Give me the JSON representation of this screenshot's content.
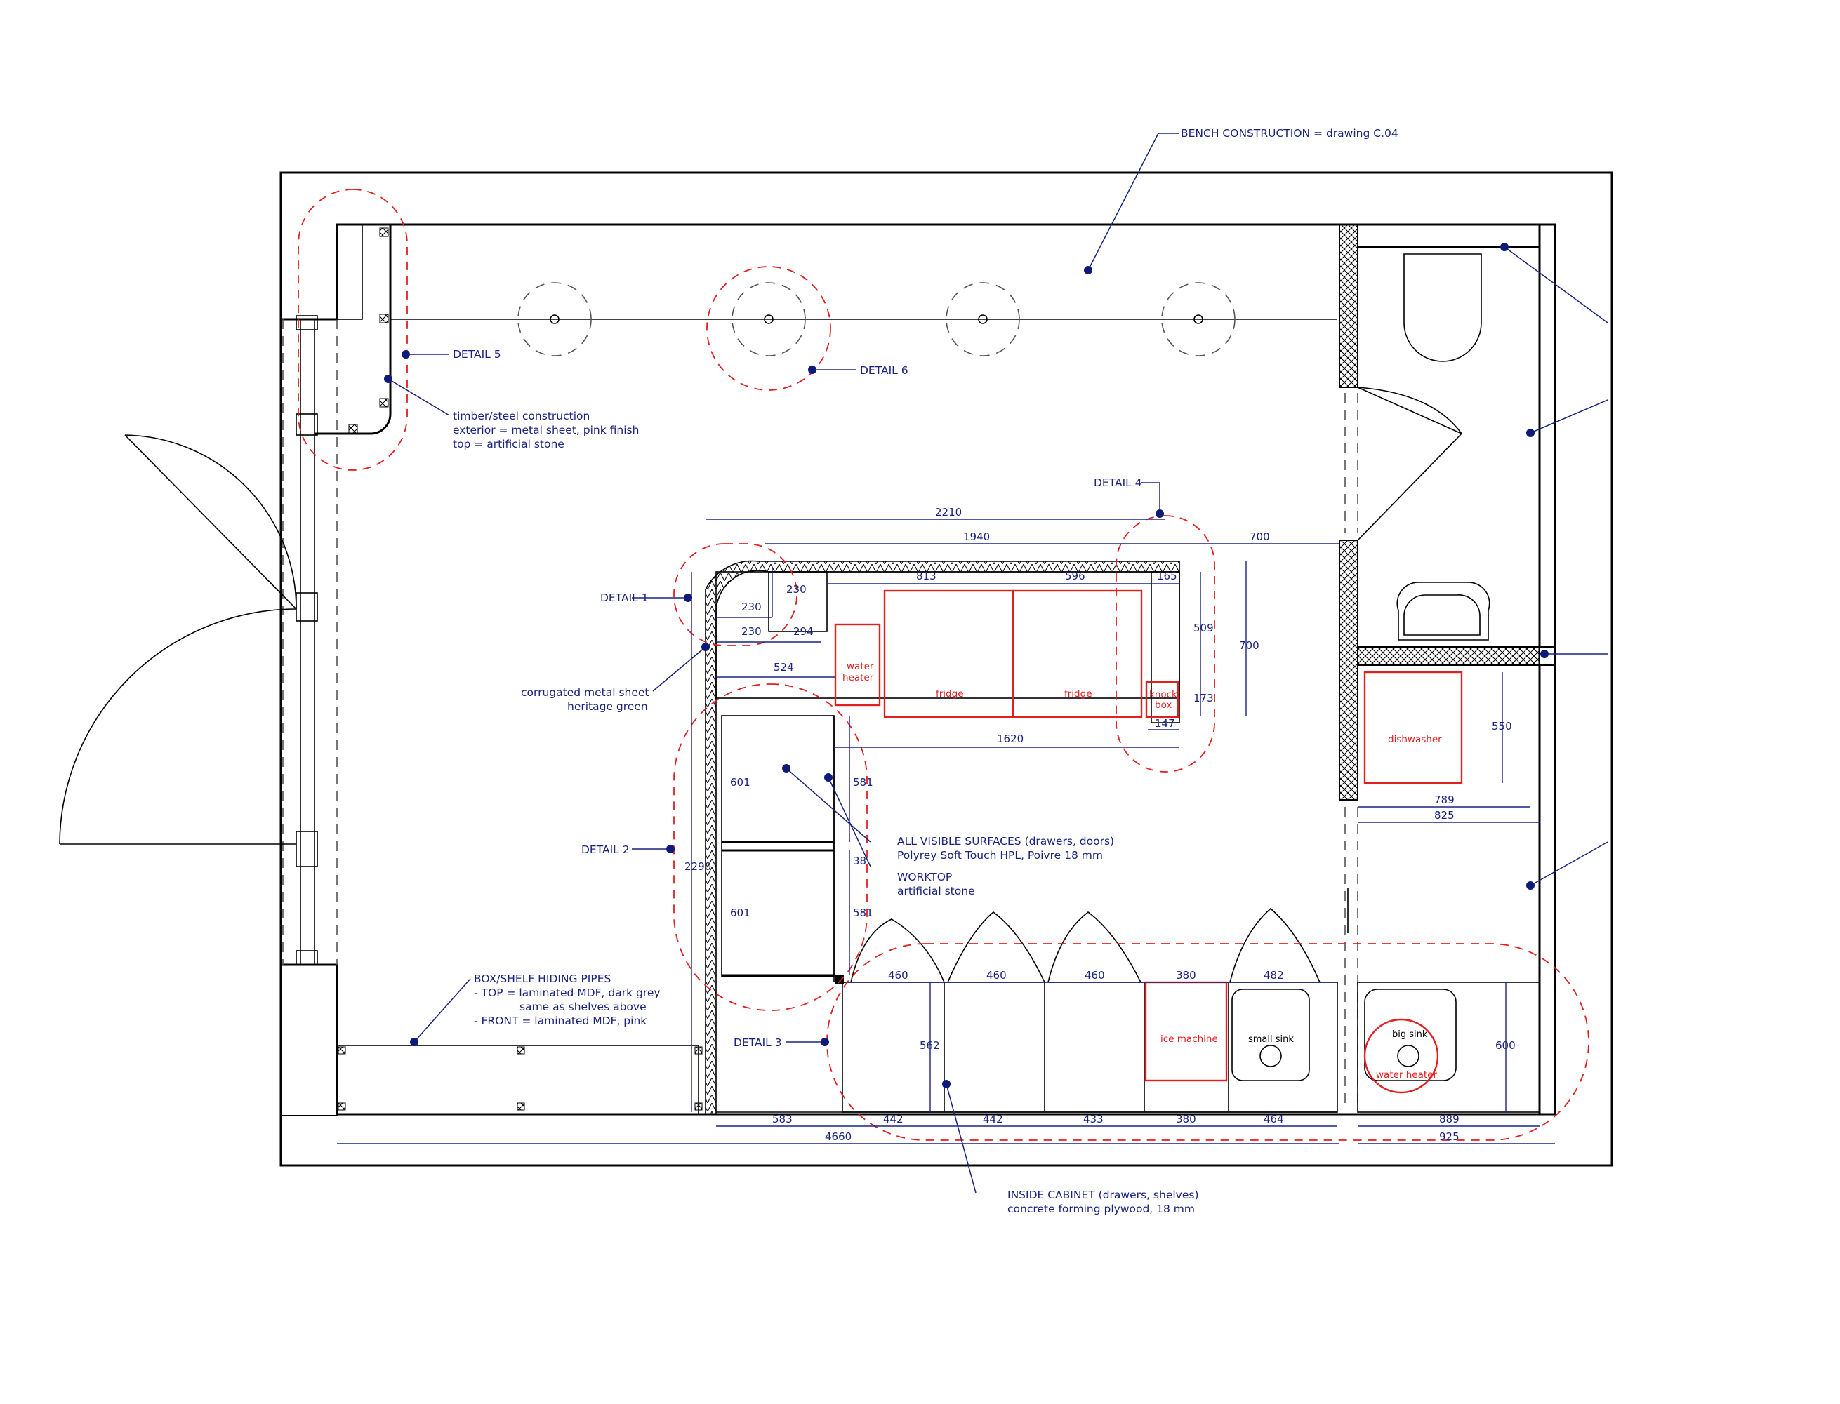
{
  "notes": {
    "bench": "BENCH CONSTRUCTION = drawing C.04",
    "detail5": "DETAIL 5",
    "detail6": "DETAIL 6",
    "detail4": "DETAIL 4",
    "detail1": "DETAIL 1",
    "detail2": "DETAIL 2",
    "detail3": "DETAIL 3",
    "timber1": "timber/steel construction",
    "timber2": "exterior = metal sheet, pink finish",
    "timber3": "top = artificial stone",
    "corr1": "corrugated metal sheet",
    "corr2": "heritage green",
    "vis1": "ALL VISIBLE SURFACES (drawers, doors)",
    "vis2": "Polyrey Soft Touch HPL, Poivre 18 mm",
    "work1": "WORKTOP",
    "work2": "artificial stone",
    "box1": "BOX/SHELF HIDING PIPES",
    "box2": "- TOP = laminated MDF, dark grey",
    "box3": "same as shelves above",
    "box4": "- FRONT = laminated MDF, pink",
    "inside1": "INSIDE CABINET (drawers, shelves)",
    "inside2": "concrete forming plywood, 18 mm"
  },
  "equipment": {
    "water_heater_1": "water",
    "water_heater_2": "heater",
    "fridge_a": "fridge",
    "fridge_b": "fridge",
    "knock_1": "knock",
    "knock_2": "box",
    "dishwasher": "dishwasher",
    "ice_machine": "ice machine",
    "small_sink": "small sink",
    "big_sink": "big sink",
    "water_heater_big": "water heater"
  },
  "dimensions": {
    "d2210": "2210",
    "d1940": "1940",
    "d700h": "700",
    "d813": "813",
    "d596": "596",
    "d165": "165",
    "d230a": "230",
    "d230b": "230",
    "d230c": "230",
    "d294": "294",
    "d524": "524",
    "d509": "509",
    "d700v": "700",
    "d173": "173",
    "d147": "147",
    "d1620": "1620",
    "d2290": "2290",
    "d601a": "601",
    "d601b": "601",
    "d581a": "581",
    "d581b": "581",
    "d38": "38",
    "d550": "550",
    "d789": "789",
    "d825": "825",
    "d460a": "460",
    "d460b": "460",
    "d460c": "460",
    "d380a": "380",
    "d482": "482",
    "d562": "562",
    "d600": "600",
    "d583": "583",
    "d442a": "442",
    "d442b": "442",
    "d433": "433",
    "d380b": "380",
    "d464": "464",
    "d889": "889",
    "d4660": "4660",
    "d925": "925"
  }
}
